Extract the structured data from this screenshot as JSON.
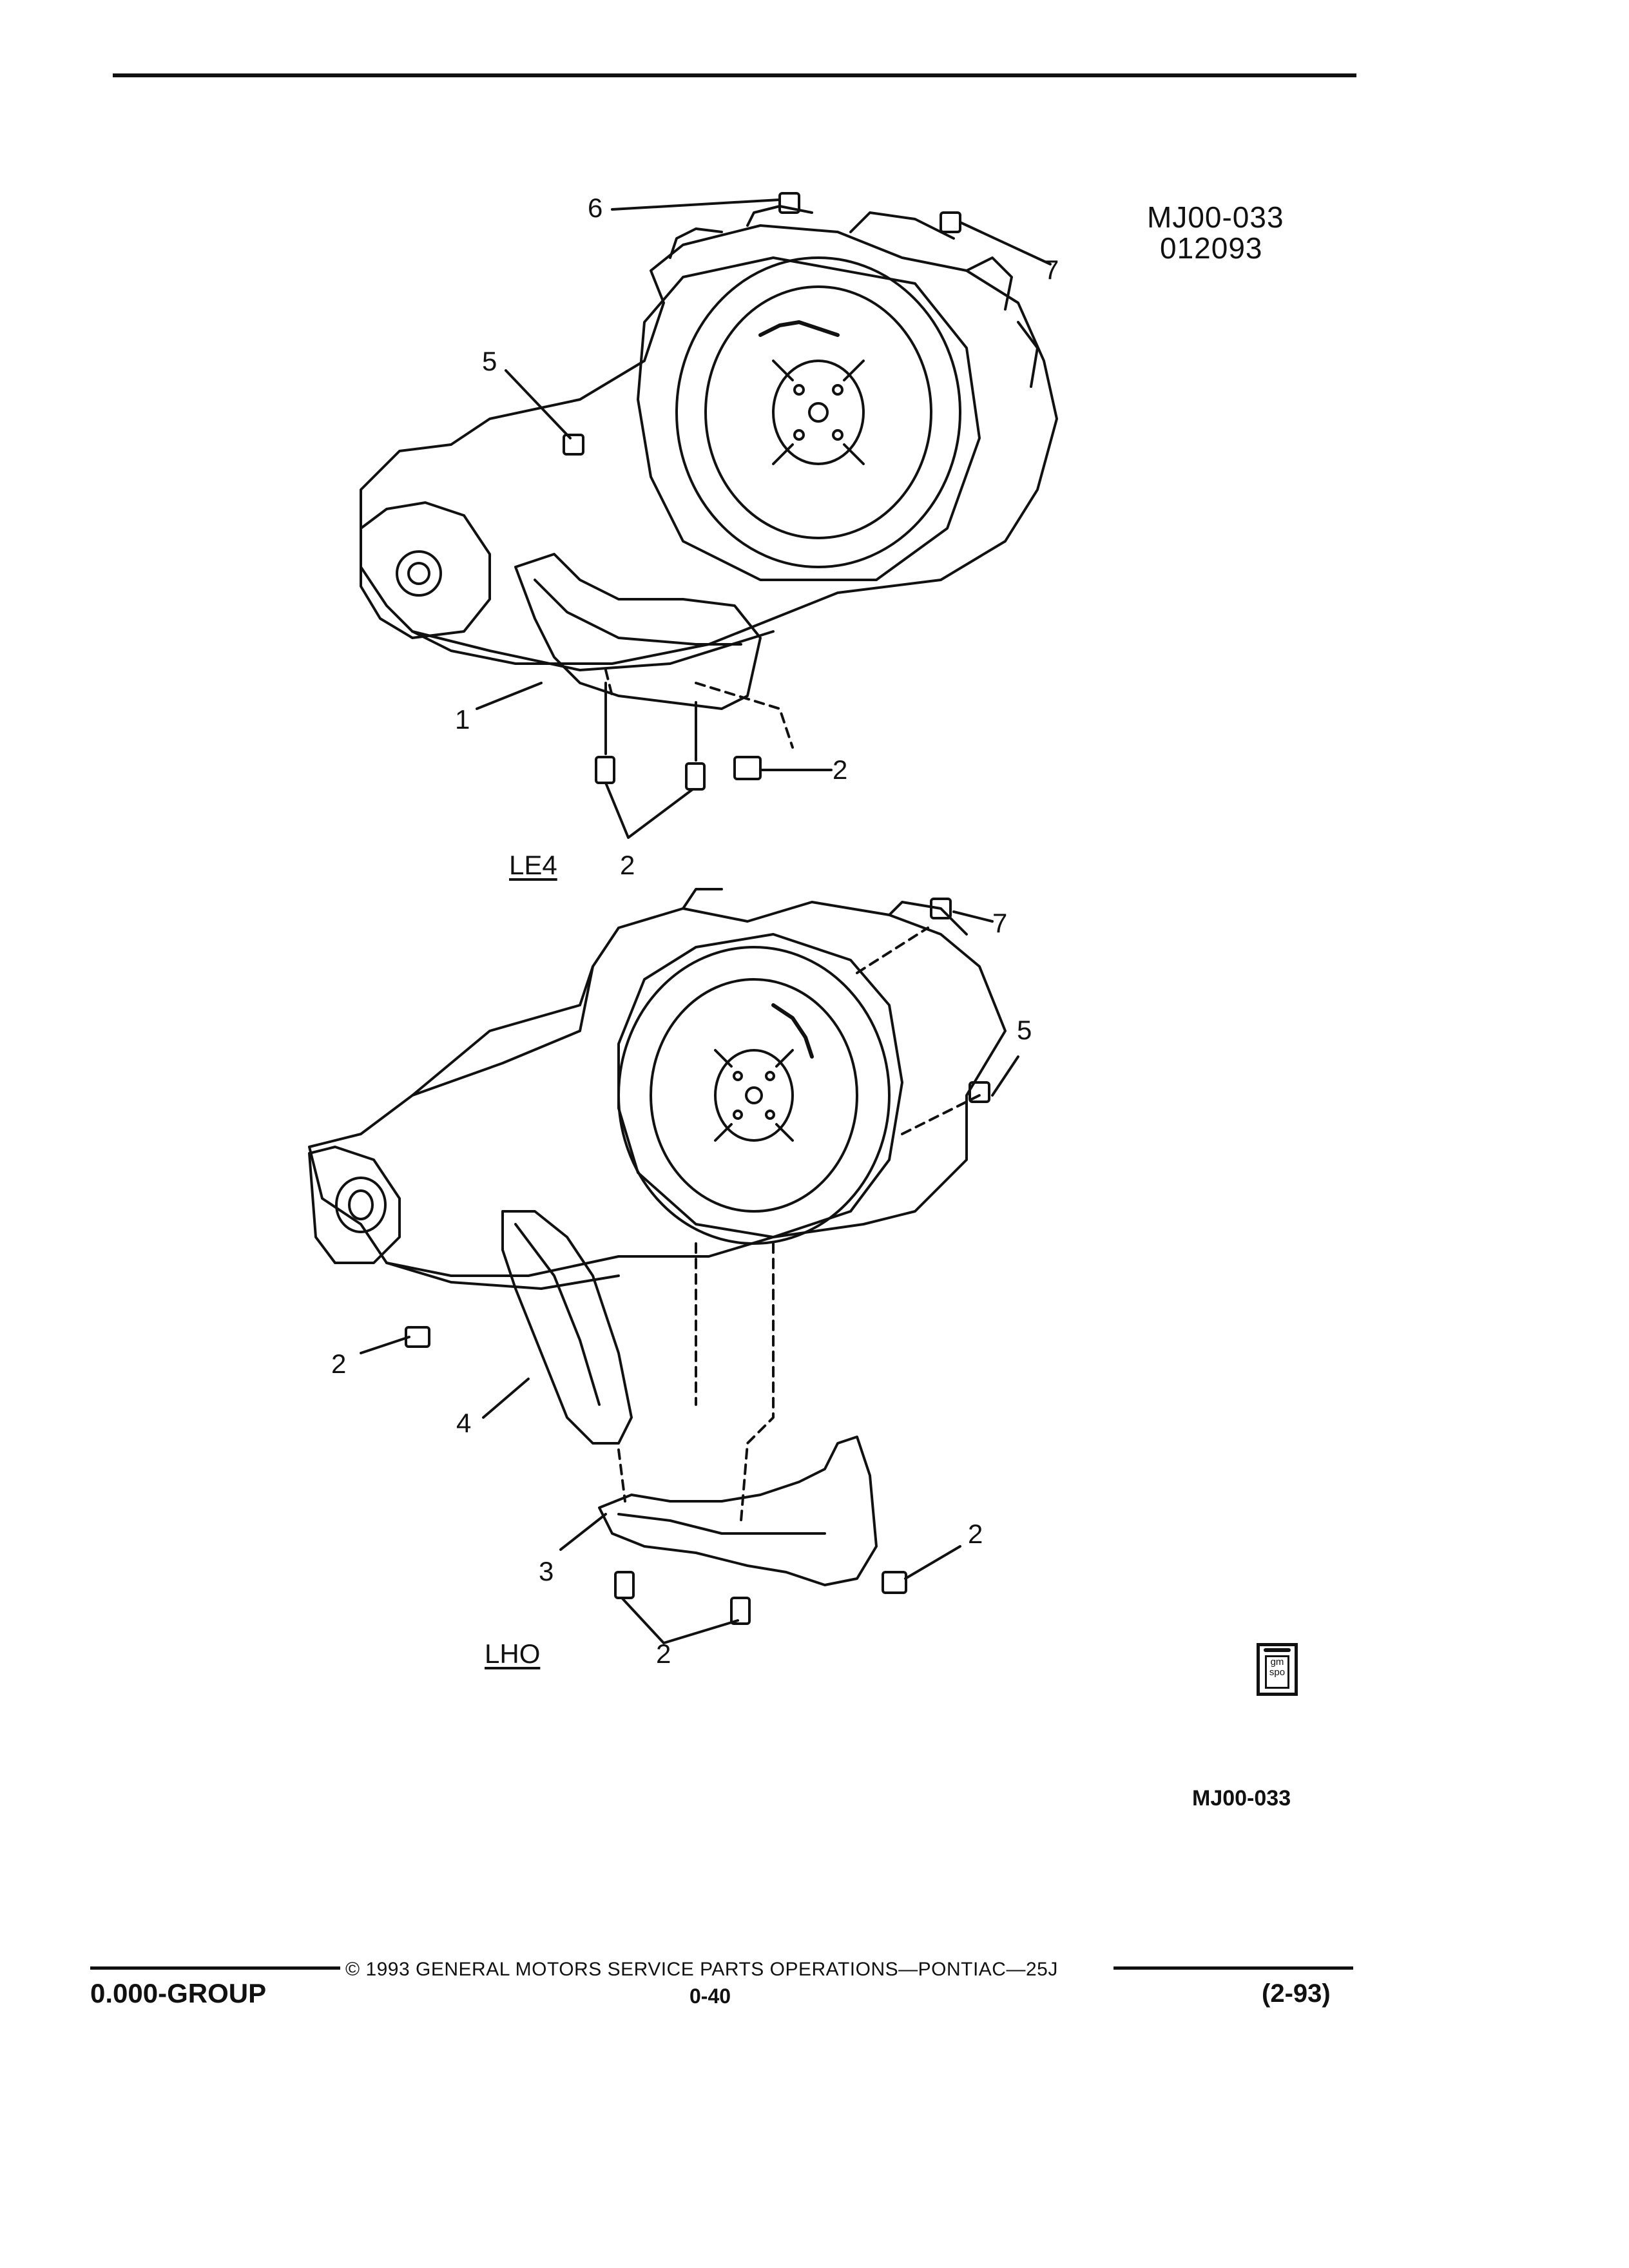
{
  "header": {
    "ref_code": "MJ00-033",
    "date_code": "012093"
  },
  "diagram_top": {
    "variant_label": "LE4",
    "callouts": [
      "6",
      "7",
      "5",
      "1",
      "2",
      "2"
    ]
  },
  "diagram_bottom": {
    "variant_label": "LHO",
    "callouts": [
      "7",
      "5",
      "2",
      "4",
      "3",
      "2",
      "2"
    ]
  },
  "badge": {
    "text_top": "gm",
    "text_bottom": "spo"
  },
  "ref_code_bottom": "MJ00-033",
  "footer": {
    "group": "0.000-GROUP",
    "copyright": "© 1993 GENERAL MOTORS SERVICE PARTS OPERATIONS—PONTIAC—25J",
    "page": "0-40",
    "date": "(2-93)"
  }
}
